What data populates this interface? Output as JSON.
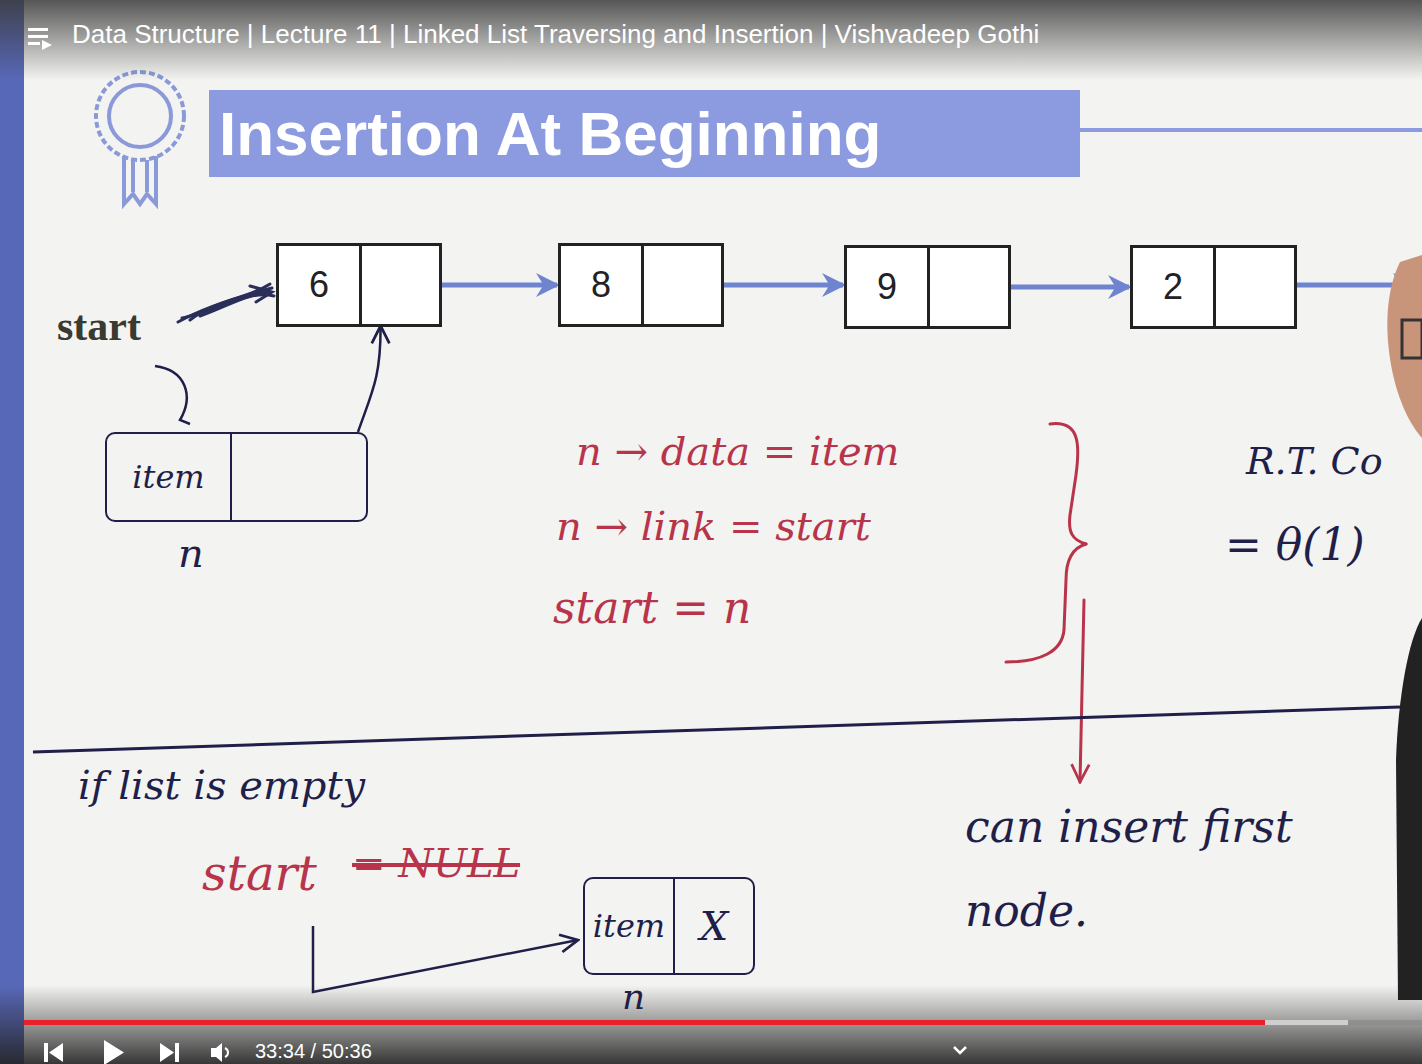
{
  "diagram": {
    "title": "Insertion At Beginning",
    "nodes": [
      {
        "text": [
          "6"
        ]
      },
      {
        "text": [
          "8"
        ]
      },
      {
        "text": [
          "9"
        ]
      },
      {
        "text": [
          "2"
        ]
      },
      {
        "text": [
          "item"
        ]
      },
      {
        "text": [
          "item",
          "X"
        ]
      }
    ],
    "edges": [
      {
        "from": 0,
        "to": 1,
        "arrow": "to"
      },
      {
        "from": 1,
        "to": 2,
        "arrow": "to"
      },
      {
        "from": 2,
        "to": 3,
        "arrow": "to"
      },
      {
        "from": 4,
        "to": 0,
        "arrow": "to"
      }
    ],
    "labels": [
      "Data Structure | Lecture 11 | Linked List Traversing and Insertion | Vishvadeep Gothi",
      "start",
      "n",
      "n → data = item",
      "n → link = start",
      "start = n",
      "R.T. Co",
      "= θ(1)",
      "if list is empty",
      "start",
      "= NULL",
      "can insert first node.",
      "n",
      "33:34 / 50:36"
    ]
  }
}
